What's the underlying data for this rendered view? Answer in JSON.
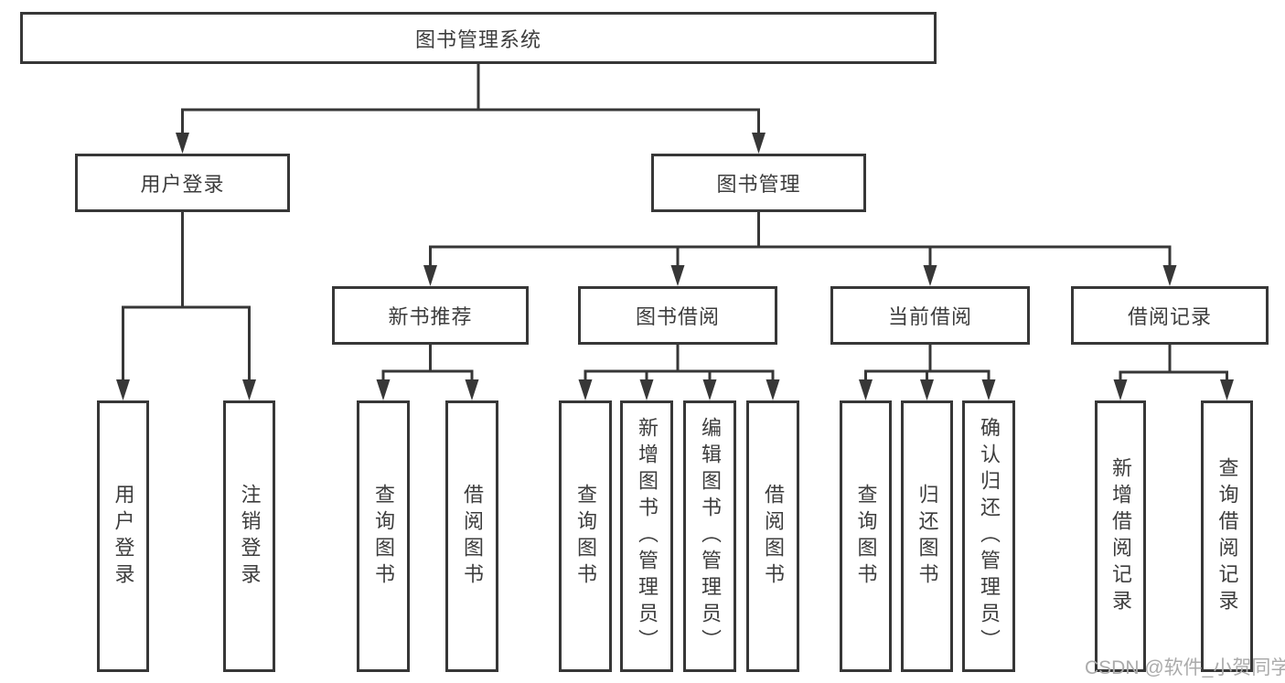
{
  "diagram": {
    "tree": {
      "label": "图书管理系统",
      "children": [
        {
          "label": "用户登录",
          "children": [
            {
              "label": "用户登录"
            },
            {
              "label": "注销登录"
            }
          ]
        },
        {
          "label": "图书管理",
          "children": [
            {
              "label": "新书推荐",
              "children": [
                {
                  "label": "查询图书"
                },
                {
                  "label": "借阅图书"
                }
              ]
            },
            {
              "label": "图书借阅",
              "children": [
                {
                  "label": "查询图书"
                },
                {
                  "label": "新增图书（管理员）"
                },
                {
                  "label": "编辑图书（管理员）"
                },
                {
                  "label": "借阅图书"
                }
              ]
            },
            {
              "label": "当前借阅",
              "children": [
                {
                  "label": "查询图书"
                },
                {
                  "label": "归还图书"
                },
                {
                  "label": "确认归还（管理员）"
                }
              ]
            },
            {
              "label": "借阅记录",
              "children": [
                {
                  "label": "新增借阅记录"
                },
                {
                  "label": "查询借阅记录"
                }
              ]
            }
          ]
        }
      ]
    },
    "watermark": "CSDN @软件_小贺同学",
    "colors": {
      "line": "#373737",
      "text": "#3d3d3d",
      "box_background": "#ffffff",
      "watermark": "#ababab"
    }
  }
}
